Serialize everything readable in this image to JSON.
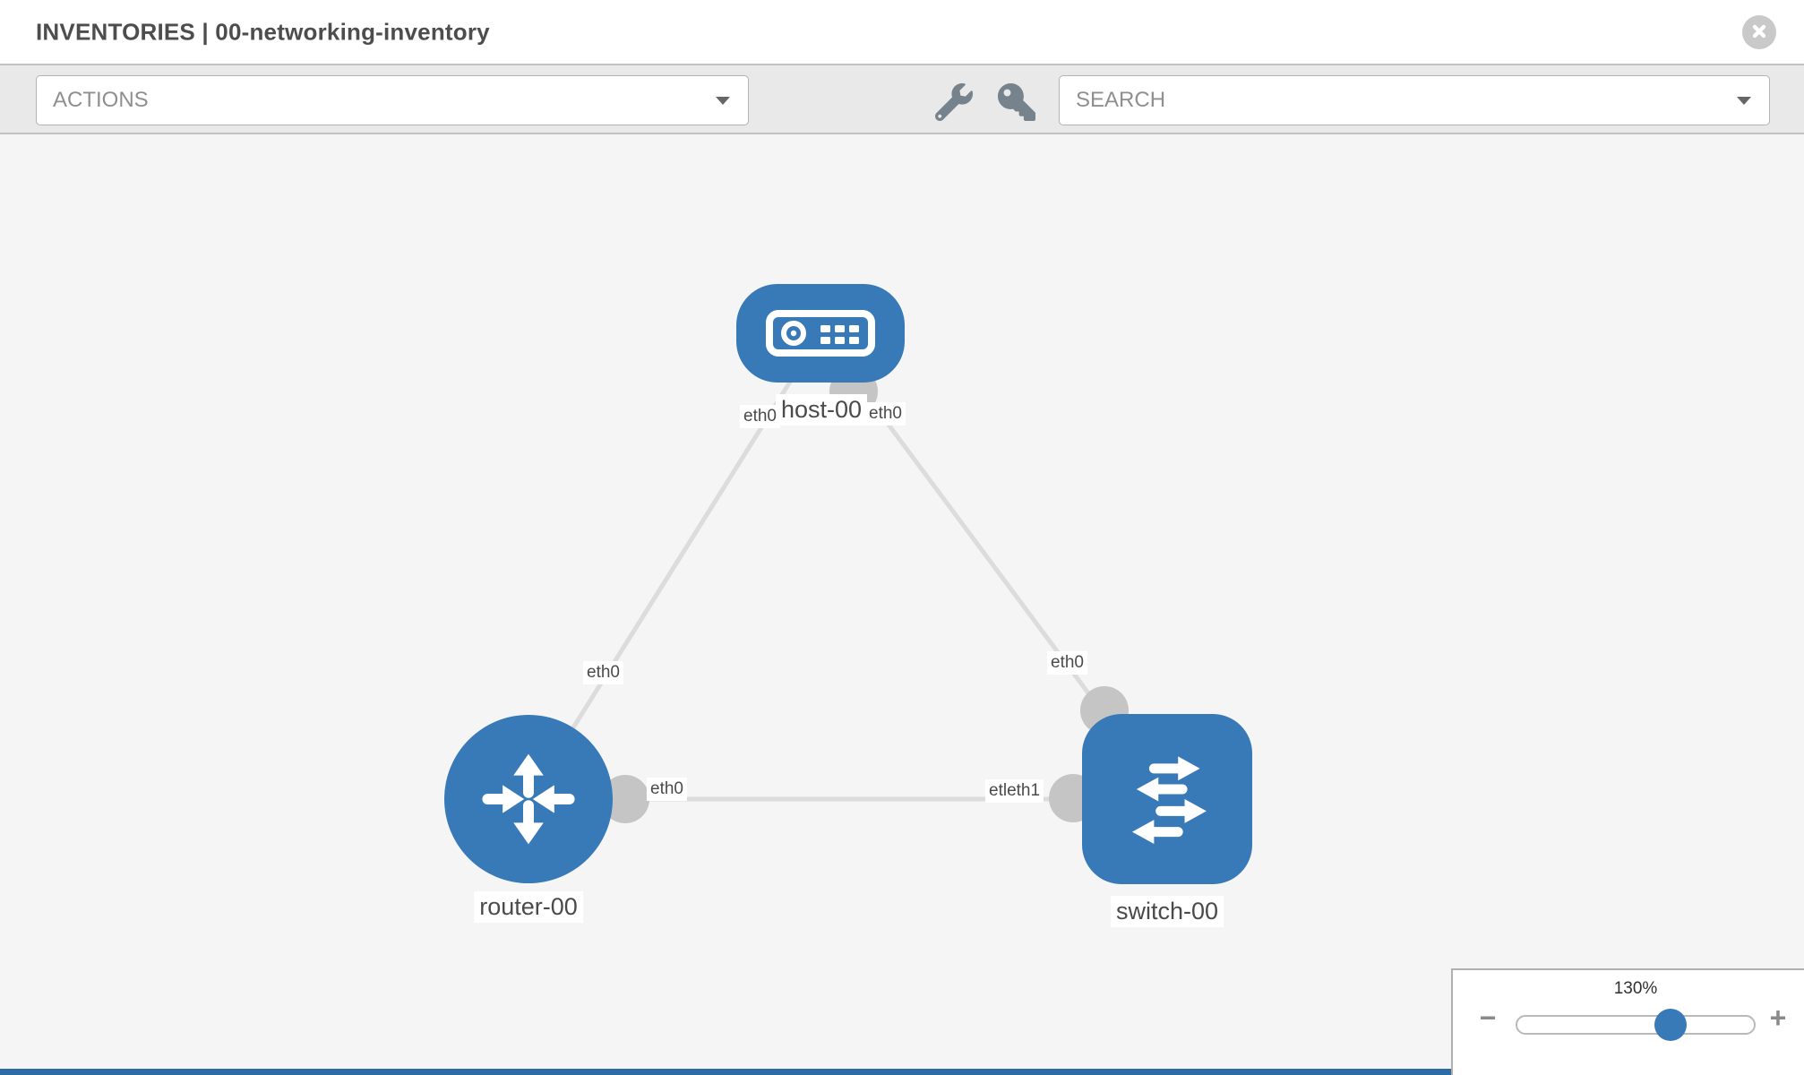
{
  "header": {
    "title": "INVENTORIES | 00-networking-inventory"
  },
  "toolbar": {
    "actions_label": "ACTIONS",
    "search_placeholder": "SEARCH",
    "icons": [
      "wrench-icon",
      "key-icon"
    ]
  },
  "topology": {
    "nodes": {
      "host": {
        "label": "host-00",
        "type": "host",
        "shape": "rounded-rect"
      },
      "router": {
        "label": "router-00",
        "type": "router",
        "shape": "circle"
      },
      "switch": {
        "label": "switch-00",
        "type": "switch",
        "shape": "rounded-square"
      }
    },
    "iface_labels": {
      "host_left": "eth0",
      "host_right": "eth0",
      "router_top": "eth0",
      "router_right": "eth0",
      "switch_top": "eth0",
      "switch_left": "etleth1"
    },
    "links": [
      {
        "from": "host-00",
        "to": "router-00"
      },
      {
        "from": "host-00",
        "to": "switch-00"
      },
      {
        "from": "router-00",
        "to": "switch-00"
      }
    ]
  },
  "zoom_control": {
    "level": "130%",
    "minus": "−",
    "plus": "+"
  },
  "colors": {
    "node_blue": "#3879b7",
    "link_gray": "#dcdcdc",
    "connector_gray": "#c5c5c5",
    "toolbar_gray": "#e9e9e9",
    "bottom_bar_blue": "#2c6ba3"
  }
}
